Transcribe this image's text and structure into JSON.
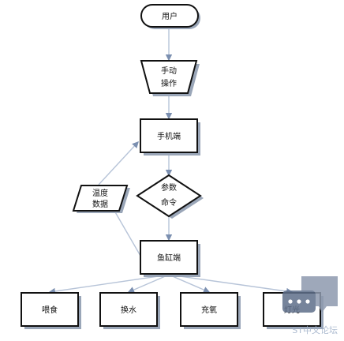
{
  "nodes": {
    "user": "用户",
    "manual_op_line1": "手动",
    "manual_op_line2": "操作",
    "phone": "手机端",
    "param_line1": "参数",
    "param_line2": "命令",
    "temp_line1": "温度",
    "temp_line2": "数据",
    "tank": "鱼缸端",
    "feed": "喂食",
    "water": "换水",
    "oxygen": "充氧",
    "light": "灯光"
  },
  "watermark": {
    "text": "ST中文论坛",
    "color": "#9fb0c8"
  },
  "colors": {
    "stroke": "#111111",
    "shadow": "#9aa6b8",
    "connector": "#b7c4d8",
    "arrow": "#7b8fb0"
  }
}
